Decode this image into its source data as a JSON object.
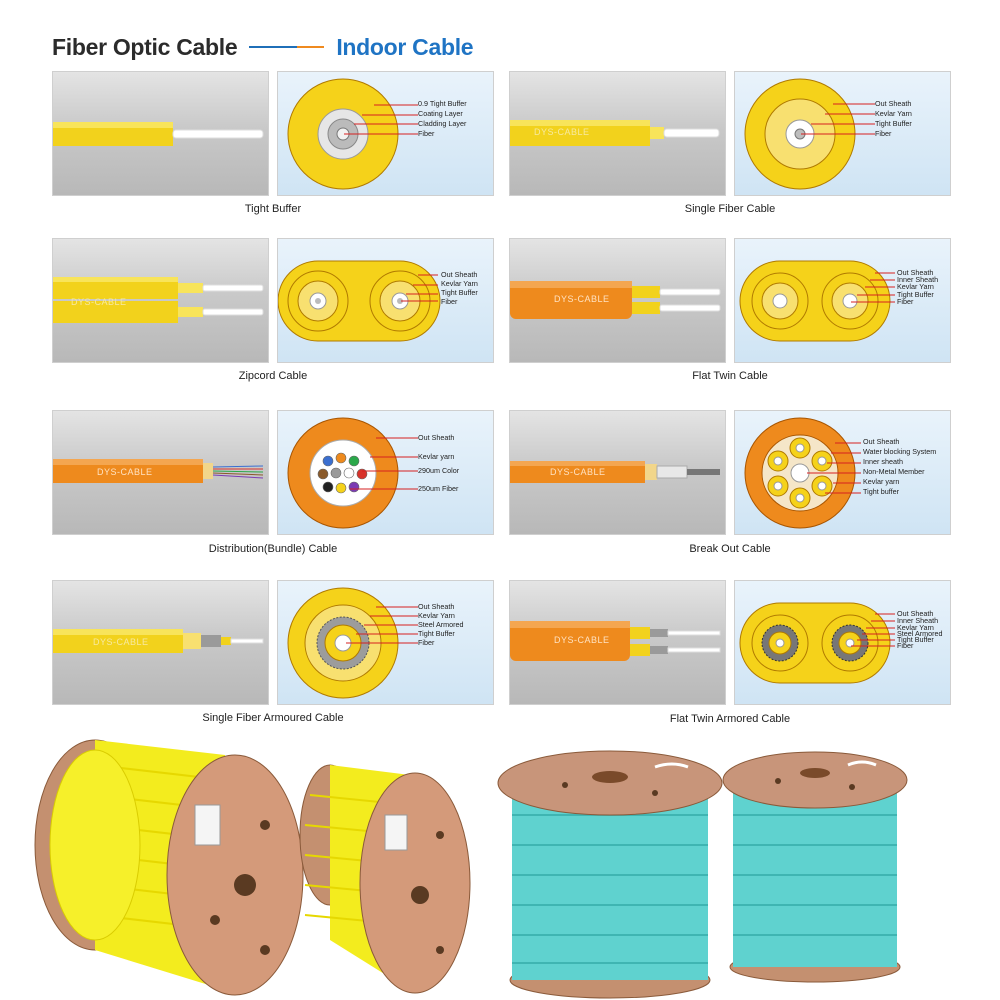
{
  "header": {
    "title": "Fiber Optic Cable",
    "subtitle": "Indoor Cable"
  },
  "brand_label": "DYS-CABLE",
  "colors": {
    "yellow": "#f5d21a",
    "orange": "#ee8a1d",
    "aqua": "#5fd2cf",
    "title_blue": "#1f74c4",
    "arrow_red": "#d62020"
  },
  "cells": [
    {
      "caption": "Tight Buffer",
      "labels": [
        "0.9 Tight Buffer",
        "Coating Layer",
        "Cladding Layer",
        "Fiber"
      ]
    },
    {
      "caption": "Single Fiber Cable",
      "labels": [
        "Out Sheath",
        "Kevlar Yarn",
        "Tight Buffer",
        "Fiber"
      ]
    },
    {
      "caption": "Zipcord Cable",
      "labels": [
        "Out Sheath",
        "Kevlar Yarn",
        "Tight Buffer",
        "Fiber"
      ]
    },
    {
      "caption": "Flat Twin Cable",
      "labels": [
        "Out Sheath",
        "Inner Sheath",
        "Kevlar Yarn",
        "Tight Buffer",
        "Fiber"
      ]
    },
    {
      "caption": "Distribution(Bundle) Cable",
      "labels": [
        "Out Sheath",
        "Kevlar  yarn",
        "290um  Color",
        "250um  Fiber"
      ]
    },
    {
      "caption": "Break Out Cable",
      "labels": [
        "Out Sheath",
        "Water blocking System",
        "Inner sheath",
        "Non-Metal Member",
        "Kevlar yarn",
        "Tight buffer"
      ]
    },
    {
      "caption": "Single Fiber Armoured Cable",
      "labels": [
        "Out Sheath",
        "Kevlar Yarn",
        "Steel Armored",
        "Tight Buffer",
        "Fiber"
      ]
    },
    {
      "caption": "Flat Twin Armored Cable",
      "labels": [
        "Out Sheath",
        "Inner Sheath",
        "Kevlar Yarn",
        "Steel Armored",
        "Tight Buffer",
        "Fiber"
      ]
    }
  ]
}
